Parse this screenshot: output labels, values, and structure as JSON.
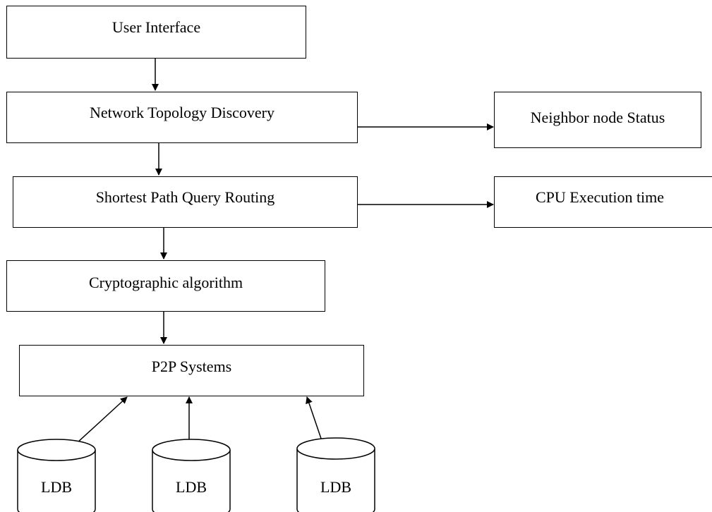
{
  "diagram": {
    "boxes": {
      "user_interface": "User Interface",
      "network_topology_discovery": "Network Topology Discovery",
      "neighbor_node_status": "Neighbor node Status",
      "shortest_path_query_routing": "Shortest Path Query Routing",
      "cpu_execution_time": "CPU Execution time",
      "cryptographic_algorithm": "Cryptographic algorithm",
      "p2p_systems": "P2P Systems"
    },
    "databases": [
      {
        "label": "LDB"
      },
      {
        "label": "LDB"
      },
      {
        "label": "LDB"
      }
    ],
    "colors": {
      "stroke": "#000000",
      "fill": "#ffffff"
    }
  }
}
